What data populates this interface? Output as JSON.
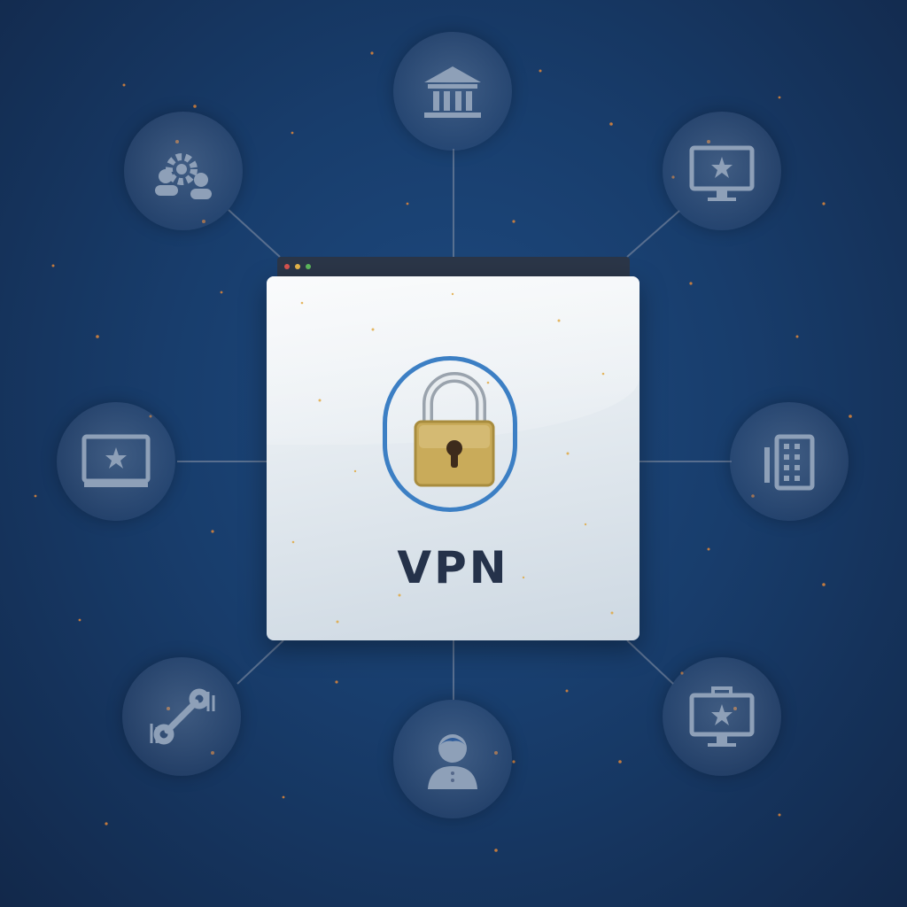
{
  "main": {
    "logo_text": "VPN"
  },
  "nodes": [
    {
      "id": "bank",
      "icon": "bank-icon"
    },
    {
      "id": "settings-users",
      "icon": "gear-users-icon"
    },
    {
      "id": "monitor-top-right",
      "icon": "monitor-star-icon"
    },
    {
      "id": "monitor-left",
      "icon": "monitor-star-icon"
    },
    {
      "id": "server",
      "icon": "server-building-icon"
    },
    {
      "id": "wrench",
      "icon": "wrench-icon"
    },
    {
      "id": "user",
      "icon": "user-icon"
    },
    {
      "id": "monitor-bottom-right",
      "icon": "monitor-star-icon"
    }
  ],
  "colors": {
    "background": "#183d6c",
    "window": "#e6ecf1",
    "accent_ring": "#3c7fc4",
    "lock_gold": "#c9ab5a",
    "text": "#25324a",
    "speck": "#e0873a"
  }
}
